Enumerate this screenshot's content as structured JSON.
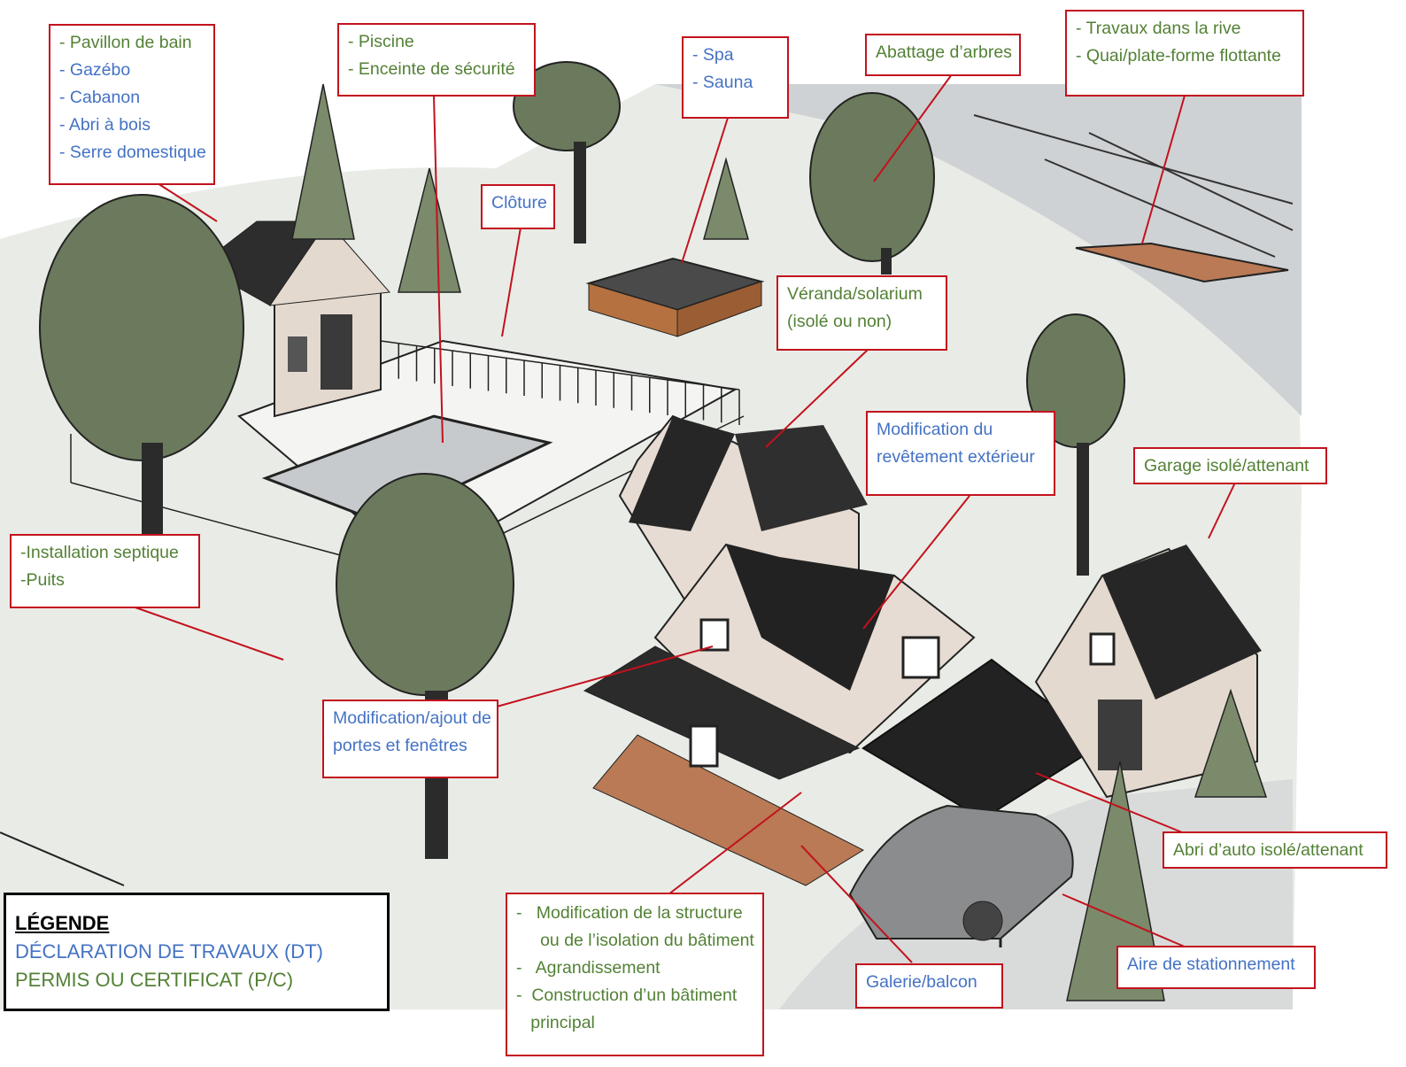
{
  "labels": {
    "pavillon": [
      {
        "text": "- Pavillon de bain",
        "category": "pc"
      },
      {
        "text": "- Gazébo",
        "category": "dt"
      },
      {
        "text": "- Cabanon",
        "category": "dt"
      },
      {
        "text": "- Abri à bois",
        "category": "dt"
      },
      {
        "text": "- Serre domestique",
        "category": "dt"
      }
    ],
    "piscine": [
      {
        "text": "- Piscine",
        "category": "pc"
      },
      {
        "text": "- Enceinte de sécurité",
        "category": "pc"
      }
    ],
    "spa": [
      {
        "text": "- Spa",
        "category": "dt"
      },
      {
        "text": "- Sauna",
        "category": "dt"
      }
    ],
    "abattage": [
      {
        "text": "Abattage d’arbres",
        "category": "pc"
      }
    ],
    "travaux_rive": [
      {
        "text": "- Travaux dans la rive",
        "category": "pc"
      },
      {
        "text": "- Quai/plate-forme flottante",
        "category": "pc"
      }
    ],
    "cloture": [
      {
        "text": "Clôture",
        "category": "dt"
      }
    ],
    "veranda": [
      {
        "text": "Véranda/solarium",
        "category": "pc"
      },
      {
        "text": "(isolé ou non)",
        "category": "pc"
      }
    ],
    "revetement": [
      {
        "text": "Modification du",
        "category": "dt"
      },
      {
        "text": "revêtement extérieur",
        "category": "dt"
      }
    ],
    "garage": [
      {
        "text": "Garage isolé/attenant",
        "category": "pc"
      }
    ],
    "septique": [
      {
        "text": "-Installation septique",
        "category": "pc"
      },
      {
        "text": "-Puits",
        "category": "pc"
      }
    ],
    "portes": [
      {
        "text": "Modification/ajout de",
        "category": "dt"
      },
      {
        "text": "portes et fenêtres",
        "category": "dt"
      }
    ],
    "abri_auto": [
      {
        "text": "Abri d’auto isolé/attenant",
        "category": "pc"
      }
    ],
    "structure": [
      {
        "text": "-   Modification de la structure",
        "category": "pc"
      },
      {
        "text": "     ou de l’isolation du bâtiment",
        "category": "pc"
      },
      {
        "text": "-   Agrandissement",
        "category": "pc"
      },
      {
        "text": "-  Construction d’un bâtiment",
        "category": "pc"
      },
      {
        "text": "   principal",
        "category": "pc"
      }
    ],
    "galerie": [
      {
        "text": "Galerie/balcon",
        "category": "dt"
      }
    ],
    "stationnement": [
      {
        "text": "Aire de stationnement",
        "category": "dt"
      }
    ]
  },
  "legend": {
    "title": "LÉGENDE",
    "dt": "DÉCLARATION DE TRAVAUX (DT)",
    "pc": "PERMIS OU CERTIFICAT (P/C)"
  },
  "colors": {
    "dt": "#4472c4",
    "pc": "#538135",
    "callout_border": "#c3121e",
    "roof": "#2b2b2b",
    "foliage": "#6b7a5c",
    "deck": "#b97a55",
    "siding": "#e4d9cf",
    "water": "#cfd3d6",
    "lawn": "#e7ebe3"
  }
}
